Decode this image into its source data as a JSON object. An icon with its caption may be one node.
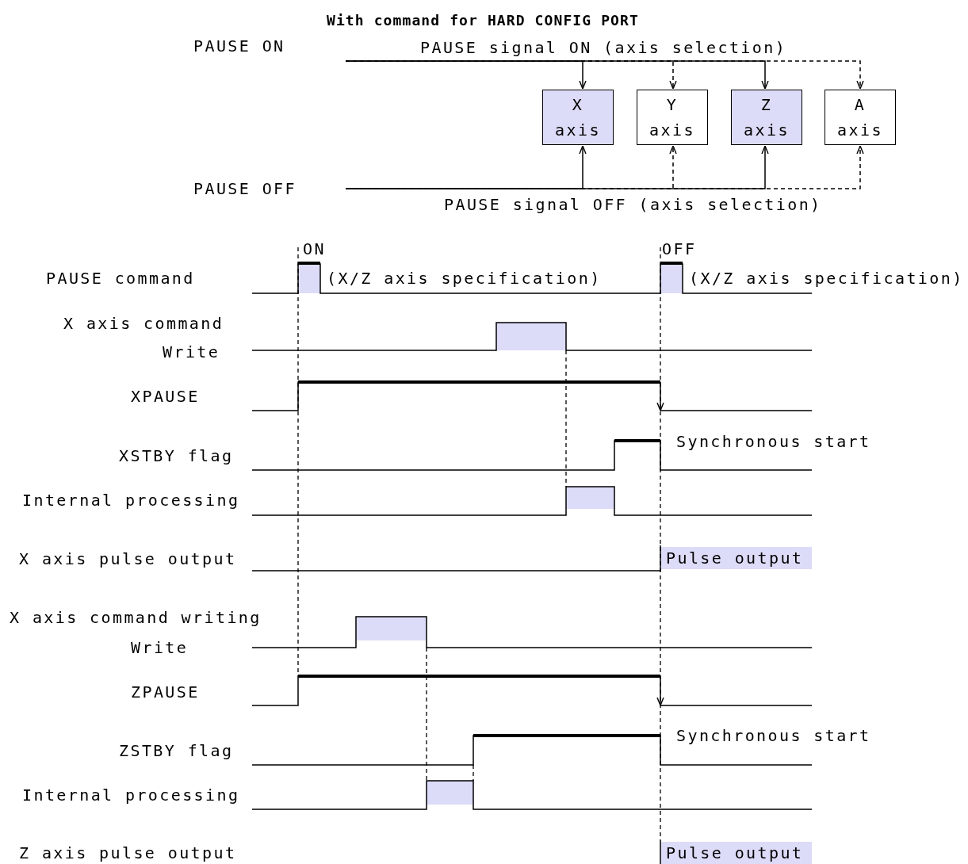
{
  "diagram": {
    "title": "With command for HARD CONFIG PORT",
    "nodes": [
      {
        "text": [
          "PAUSE ON"
        ]
      },
      {
        "text": [
          "X axis"
        ]
      },
      {
        "text": [
          "Y axis"
        ]
      },
      {
        "text": [
          "Z axis"
        ]
      },
      {
        "text": [
          "A axis"
        ]
      },
      {
        "text": [
          "PAUSE OFF"
        ]
      }
    ],
    "edges": [
      {
        "from": 0,
        "to": 1,
        "arrow": "to",
        "label": "PAUSE signal ON (axis selection)"
      },
      {
        "from": 0,
        "to": 2,
        "arrow": "to",
        "style": "dashed"
      },
      {
        "from": 0,
        "to": 3,
        "arrow": "to"
      },
      {
        "from": 0,
        "to": 4,
        "arrow": "to",
        "style": "dashed"
      },
      {
        "from": 5,
        "to": 1,
        "arrow": "to",
        "label": "PAUSE signal OFF (axis selection)"
      },
      {
        "from": 5,
        "to": 2,
        "arrow": "to",
        "style": "dashed"
      },
      {
        "from": 5,
        "to": 3,
        "arrow": "to"
      },
      {
        "from": 5,
        "to": 4,
        "arrow": "to",
        "style": "dashed"
      }
    ],
    "labels": [
      "ON",
      "OFF",
      "PAUSE command",
      "(X/Z axis specification)",
      "(X/Z axis specification)",
      "X axis command",
      "Write",
      "XPAUSE",
      "XSTBY flag",
      "Synchronous start",
      "Internal processing",
      "X axis pulse output",
      "Pulse output",
      "X axis command writing",
      "Write",
      "ZPAUSE",
      "ZSTBY flag",
      "Synchronous start",
      "Internal processing",
      "Z axis pulse output",
      "Pulse output"
    ]
  }
}
